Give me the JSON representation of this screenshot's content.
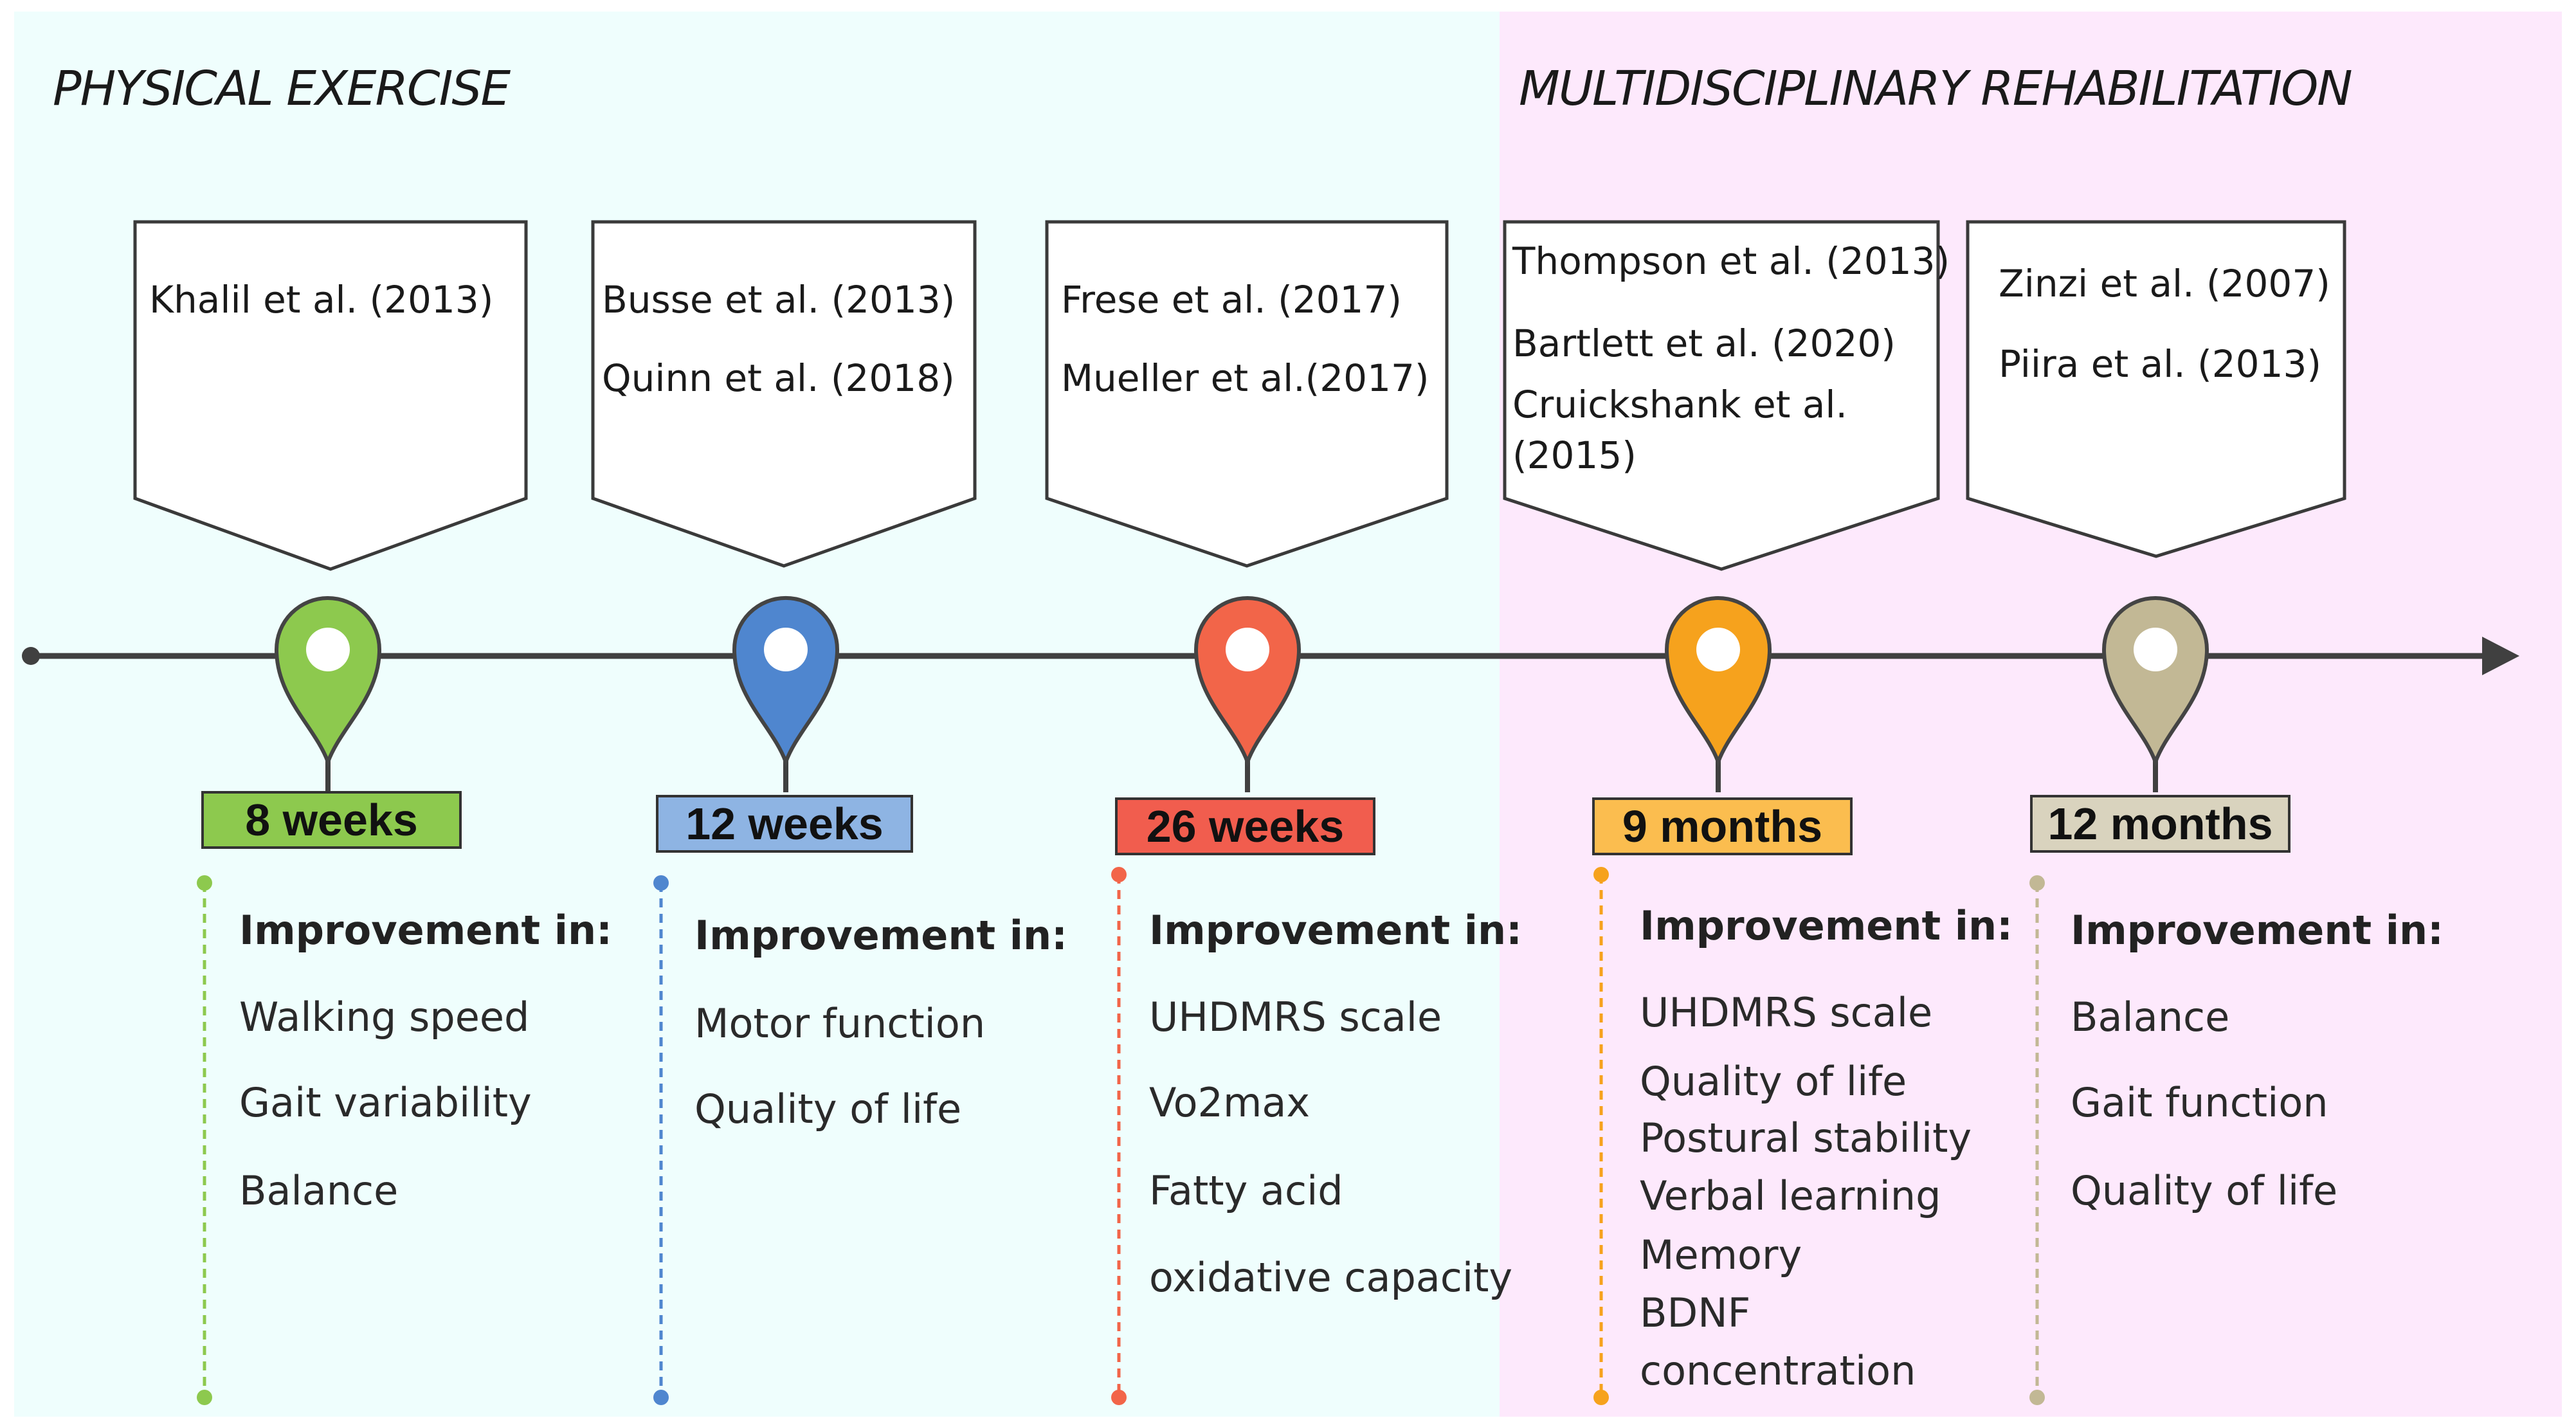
{
  "sections": {
    "left": {
      "title": "PHYSICAL EXERCISE",
      "bg": "#effefd"
    },
    "right": {
      "title": "MULTIDISCIPLINARY REHABILITATION",
      "bg": "#fde9fc"
    }
  },
  "milestones": [
    {
      "period": "8 weeks",
      "color": "#8dc94e",
      "label_bg": "#8dc94e",
      "refs": [
        "Khalil et al. (2013)"
      ],
      "improvement_heading": "Improvement in:",
      "improvements": [
        "Walking speed",
        "Gait variability",
        "Balance"
      ]
    },
    {
      "period": "12 weeks",
      "color": "#4f86cf",
      "label_bg": "#8eb4e3",
      "refs": [
        "Busse et al. (2013)",
        "Quinn et al. (2018)"
      ],
      "improvement_heading": "Improvement in:",
      "improvements": [
        "Motor function",
        "Quality of life"
      ]
    },
    {
      "period": "26 weeks",
      "color": "#f26549",
      "label_bg": "#f15d4e",
      "refs": [
        "Frese et al. (2017)",
        "Mueller et al.(2017)"
      ],
      "improvement_heading": "Improvement in:",
      "improvements": [
        "UHDMRS scale",
        "Vo2max",
        "Fatty acid",
        "oxidative capacity"
      ]
    },
    {
      "period": "9 months",
      "color": "#f6a21d",
      "label_bg": "#fbbd4f",
      "refs": [
        "Thompson et al. (2013)",
        "Bartlett et al. (2020)",
        "Cruickshank et al.",
        "(2015)"
      ],
      "improvement_heading": "Improvement in:",
      "improvements": [
        "UHDMRS scale",
        "Quality of life",
        "Postural stability",
        "Verbal learning",
        "Memory",
        "BDNF",
        "concentration"
      ]
    },
    {
      "period": "12 months",
      "color": "#c2b895",
      "label_bg": "#d9d3be",
      "refs": [
        "Zinzi et al. (2007)",
        "Piira et al. (2013)"
      ],
      "improvement_heading": "Improvement in:",
      "improvements": [
        "Balance",
        "Gait function",
        "Quality of life"
      ]
    }
  ]
}
